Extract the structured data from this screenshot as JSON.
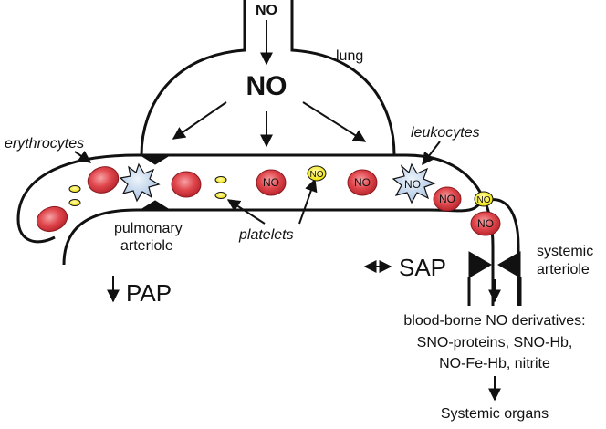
{
  "labels": {
    "no_inlet": "NO",
    "lung": "lung",
    "no_center": "NO",
    "erythrocytes": "erythrocytes",
    "leukocytes": "leukocytes",
    "platelets": "platelets",
    "pulmonary_arteriole_1": "pulmonary",
    "pulmonary_arteriole_2": "arteriole",
    "systemic_arteriole_1": "systemic",
    "systemic_arteriole_2": "arteriole",
    "pap": "PAP",
    "sap": "SAP",
    "derivatives_1": "blood-borne NO derivatives:",
    "derivatives_2": "SNO-proteins, SNO-Hb,",
    "derivatives_3": "NO-Fe-Hb, nitrite",
    "systemic_organs": "Systemic organs"
  },
  "cell_labels": {
    "rbc_no": "NO",
    "platelet_no": "NO",
    "leukocyte_no": "NO"
  },
  "colors": {
    "rbc": "#e0474d",
    "platelet": "#f3e800",
    "leukocyte": "#c9dbef",
    "outline": "#111111"
  }
}
